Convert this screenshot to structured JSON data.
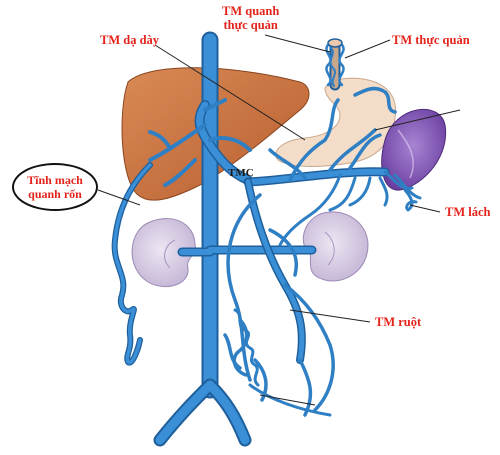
{
  "labels": {
    "perigastric": "TM quanh\nthực quản",
    "gastric": "TM dạ dày",
    "esophageal": "TM thực quản",
    "paraumbilical": "Tĩnh mạch\nquanh rốn",
    "portal": "TMC",
    "splenic": "TM lách",
    "mesenteric": "TM ruột"
  },
  "colors": {
    "label_red": "#e3241c",
    "vein_blue": "#2f7fc4",
    "vein_dark": "#1e5f9c",
    "liver": "#c9703f",
    "stomach": "#f2d9c4",
    "spleen": "#8e63c0",
    "kidney": "#d8cde4"
  }
}
